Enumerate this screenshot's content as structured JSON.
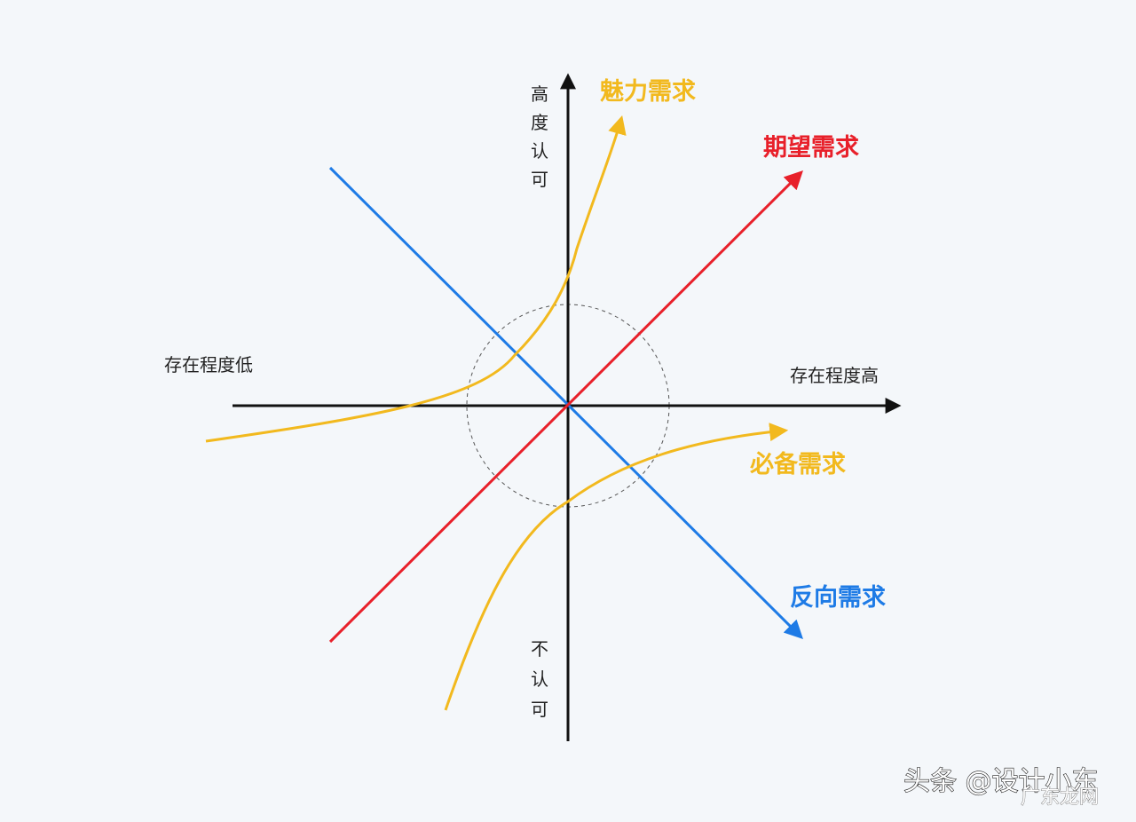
{
  "axes": {
    "x_right_label": "存在程度高",
    "x_left_label": "存在程度低",
    "y_top_label": [
      "高",
      "度",
      "认",
      "可"
    ],
    "y_bottom_label": [
      "不",
      "认",
      "可"
    ]
  },
  "curves": [
    {
      "id": "attractive",
      "label": "魅力需求",
      "color": "#f2b91e"
    },
    {
      "id": "performance",
      "label": "期望需求",
      "color": "#e8202a"
    },
    {
      "id": "must_be",
      "label": "必备需求",
      "color": "#f2b91e"
    },
    {
      "id": "reverse",
      "label": "反向需求",
      "color": "#1e7be6"
    }
  ],
  "watermark": {
    "main": "头条 @设计小东",
    "sub": "广东龙网"
  }
}
